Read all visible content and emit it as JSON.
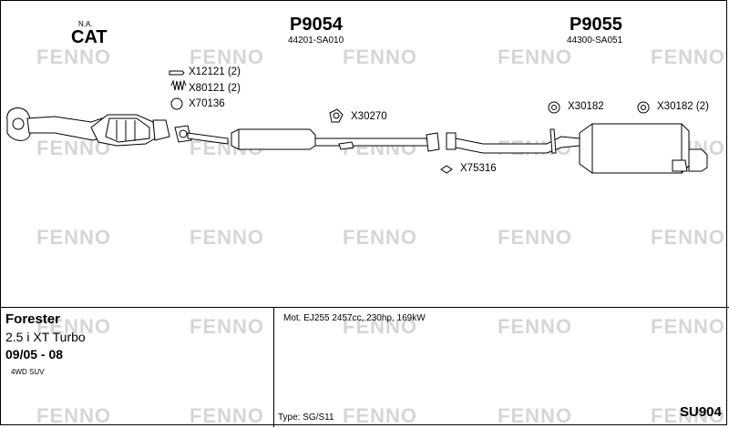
{
  "watermark": "FENNO",
  "sections": {
    "cat": {
      "top": "N.A.",
      "title": "CAT"
    },
    "p9054": {
      "title": "P9054",
      "code": "44201-SA010"
    },
    "p9055": {
      "title": "P9055",
      "code": "44300-SA051"
    }
  },
  "parts": {
    "x12121": "X12121 (2)",
    "x80121": "X80121 (2)",
    "x70136": "X70136",
    "x30270": "X30270",
    "x75316": "X75316",
    "x30182a": "X30182",
    "x30182b": "X30182 (2)"
  },
  "vehicle": {
    "model": "Forester",
    "engine_variant": "2.5 i XT Turbo",
    "years": "09/05 - 08",
    "body": "4WD SUV",
    "motor": "Mot. EJ255 2457cc, 230hp, 169kW",
    "type": "Type:  SG/S11",
    "diagram_code": "SU904"
  }
}
